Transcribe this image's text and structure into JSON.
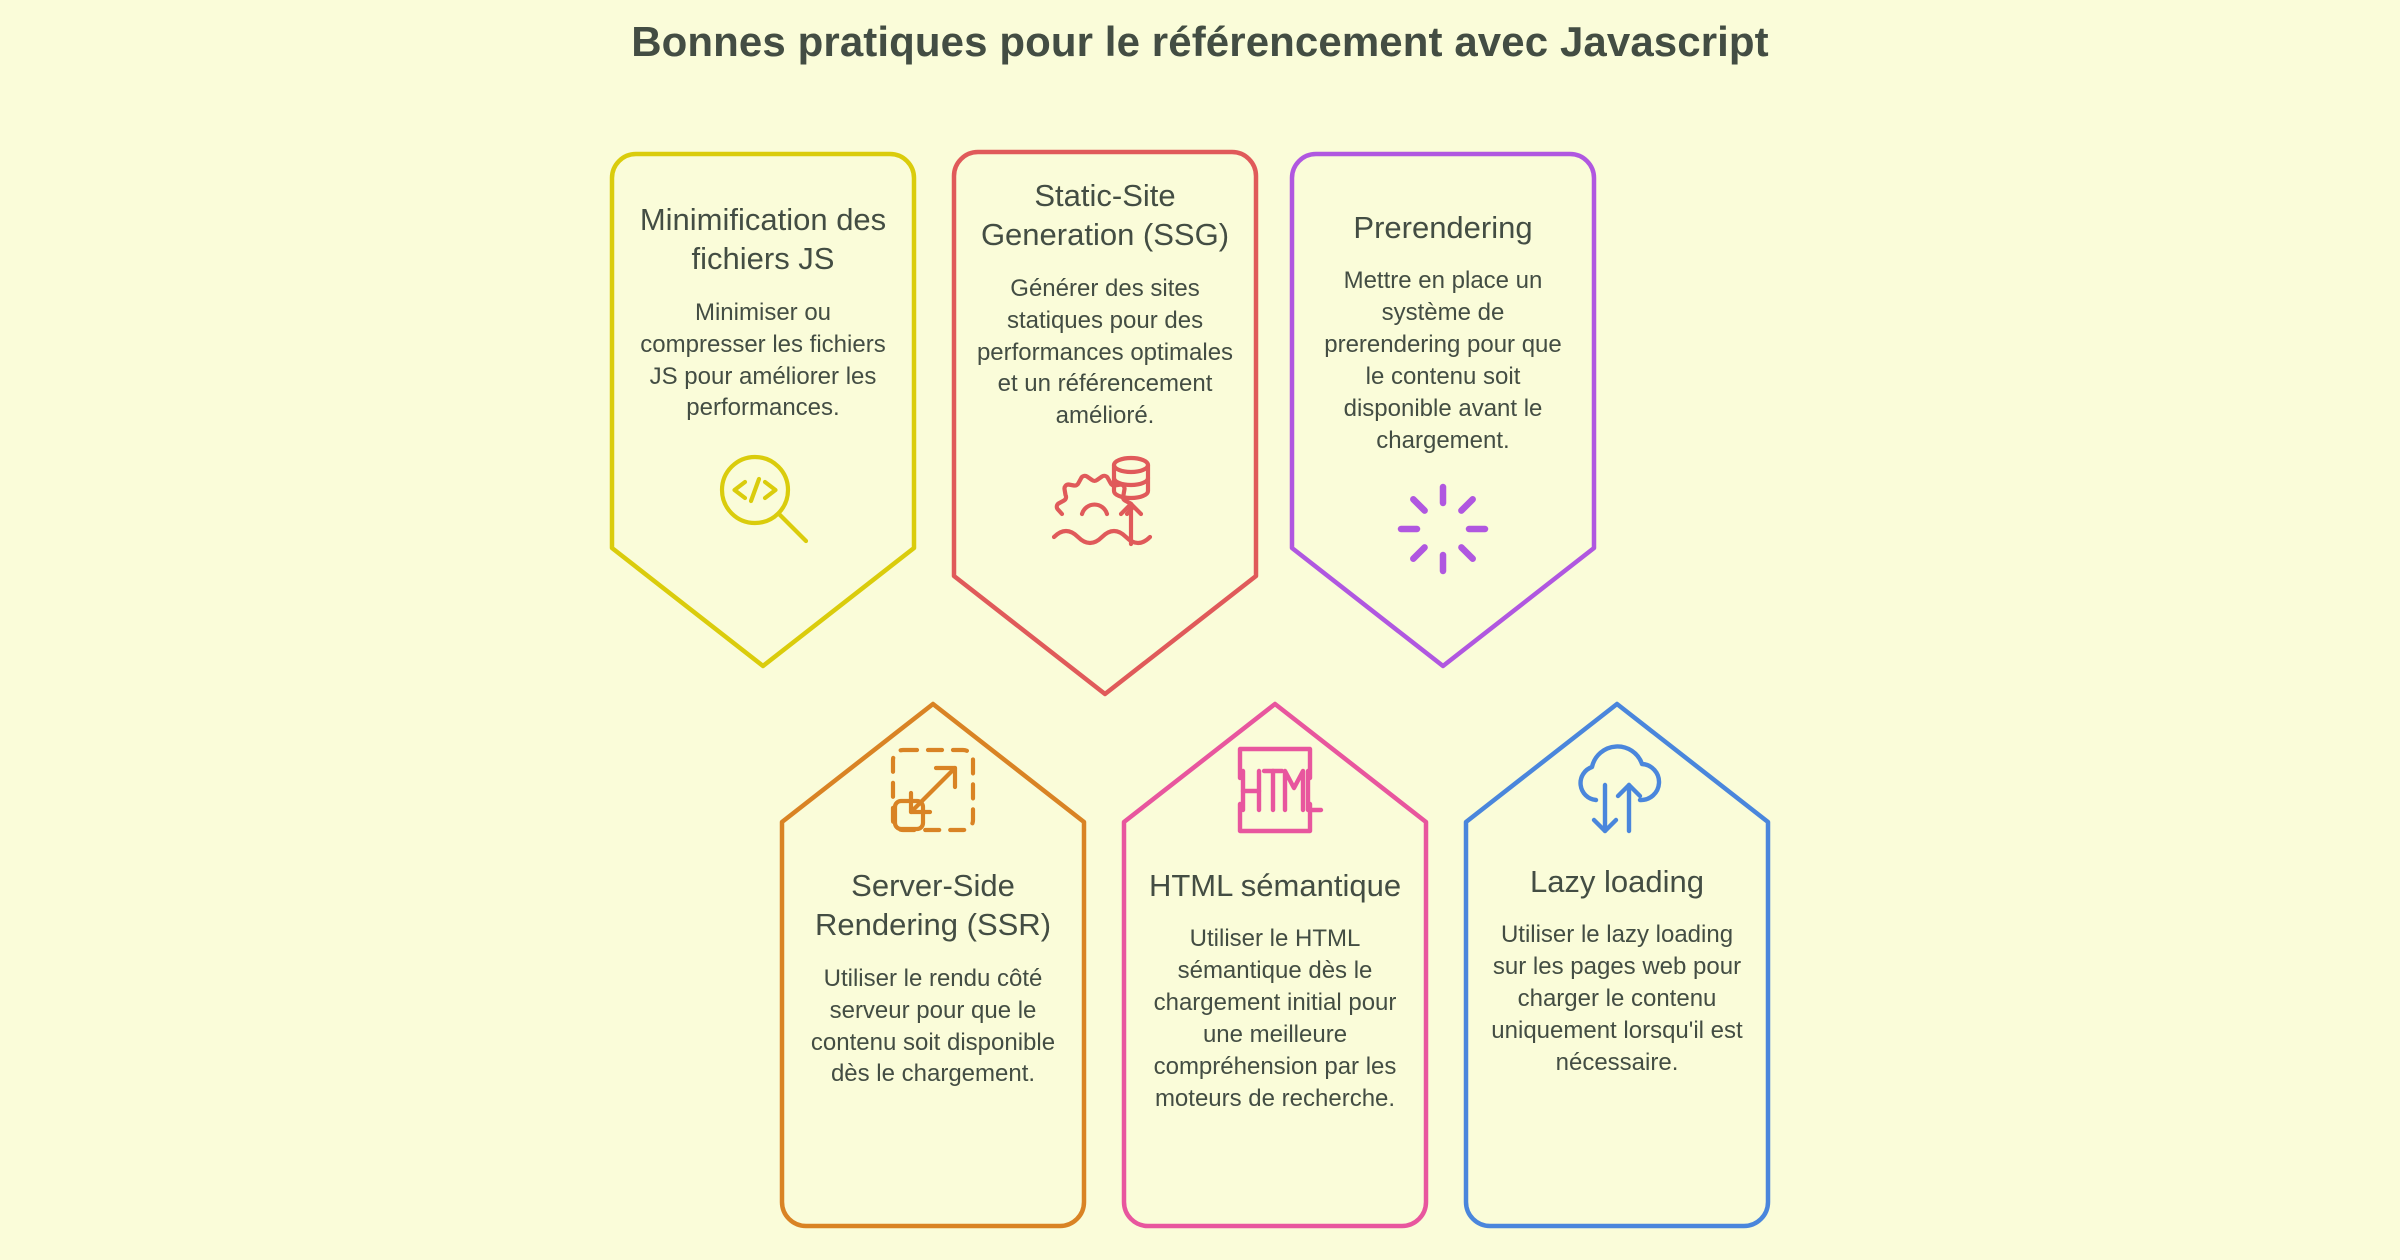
{
  "page": {
    "title": "Bonnes pratiques pour le référencement avec Javascript",
    "background_color": "#FAFCD9",
    "text_color": "#434D43"
  },
  "cards": [
    {
      "id": "minification",
      "title": "Minimification des fichiers JS",
      "description": "Minimiser ou compresser les fichiers JS pour améliorer les performances.",
      "color": "#DACC0C",
      "icon": "code-search-icon",
      "row": "top",
      "order": 1
    },
    {
      "id": "ssg",
      "title": "Static-Site Generation (SSG)",
      "description": "Générer des sites statiques pour des performances optimales et un référencement amélioré.",
      "color": "#E05A5A",
      "icon": "database-gear-waves-icon",
      "row": "top",
      "order": 2
    },
    {
      "id": "prerendering",
      "title": "Prerendering",
      "description": "Mettre en place un système de prerendering pour que le contenu soit disponible avant le chargement.",
      "color": "#B057E0",
      "icon": "loading-spinner-icon",
      "row": "top",
      "order": 3
    },
    {
      "id": "ssr",
      "title": "Server-Side Rendering (SSR)",
      "description": "Utiliser le rendu côté serveur pour que le contenu soit disponible dès le chargement.",
      "color": "#D98324",
      "icon": "expand-arrows-icon",
      "row": "bottom",
      "order": 4
    },
    {
      "id": "semantic-html",
      "title": "HTML sémantique",
      "description": "Utiliser le HTML sémantique dès le chargement initial pour une meilleure compréhension par les moteurs de recherche.",
      "color": "#E8569E",
      "icon": "html-tag-icon",
      "row": "bottom",
      "order": 5
    },
    {
      "id": "lazy-loading",
      "title": "Lazy loading",
      "description": "Utiliser le lazy loading sur les pages web pour charger le contenu uniquement lorsqu'il est nécessaire.",
      "color": "#4A86DC",
      "icon": "cloud-sync-icon",
      "row": "bottom",
      "order": 6
    }
  ]
}
